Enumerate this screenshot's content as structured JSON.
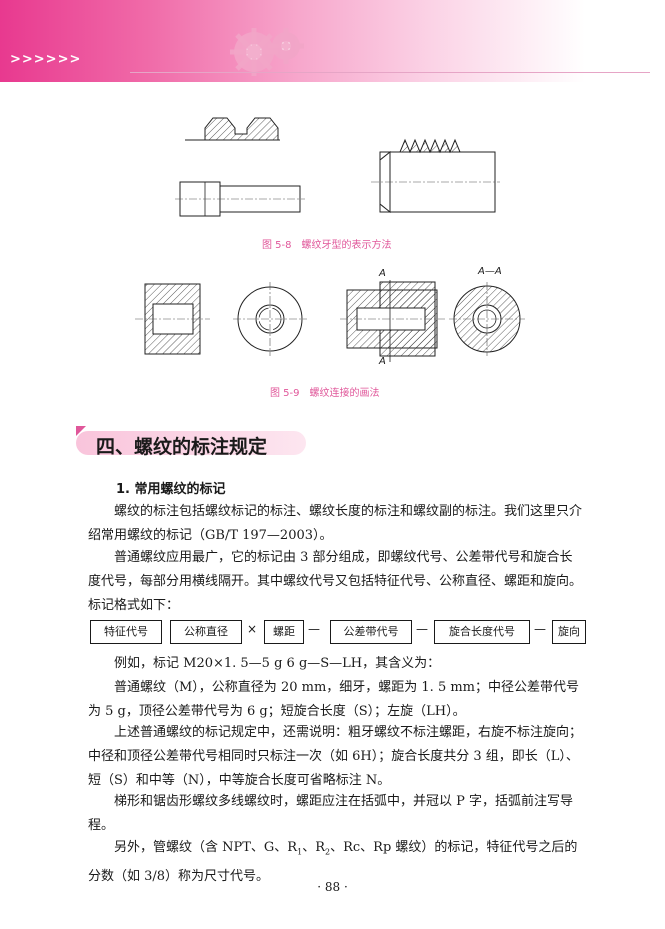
{
  "header": {
    "chevrons": ">>>>>>"
  },
  "figure_5_8": {
    "caption": "图 5-8　螺纹牙型的表示方法"
  },
  "figure_5_9": {
    "caption": "图 5-9　螺纹连接的画法",
    "section_mark_left": "A",
    "section_mark_left_bottom": "A",
    "section_label": "A—A"
  },
  "section": {
    "title": "四、螺纹的标注规定"
  },
  "subsection": {
    "title": "1. 常用螺纹的标记"
  },
  "paragraphs": {
    "p1": "螺纹的标注包括螺纹标记的标注、螺纹长度的标注和螺纹副的标注。我们这里只介绍常用螺纹的标记（GB/T 197—2003）。",
    "p2": "普通螺纹应用最广，它的标记由 3 部分组成，即螺纹代号、公差带代号和旋合长度代号，每部分用横线隔开。其中螺纹代号又包括特征代号、公称直径、螺距和旋向。标记格式如下：",
    "p3": "例如，标记 M20×1. 5—5 g 6 g—S—LH，其含义为：",
    "p4": "普通螺纹（M），公称直径为 20 mm，细牙，螺距为 1. 5 mm；中径公差带代号为 5 g，顶径公差带代号为 6 g；短旋合长度（S）；左旋（LH）。",
    "p5": "上述普通螺纹的标记规定中，还需说明：粗牙螺纹不标注螺距，右旋不标注旋向；中径和顶径公差带代号相同时只标注一次（如 6H）；旋合长度共分 3 组，即长（L）、短（S）和中等（N），中等旋合长度可省略标注 N。",
    "p6": "梯形和锯齿形螺纹多线螺纹时，螺距应注在括弧中，并冠以 P 字，括弧前注写导程。",
    "p7a": "另外，管螺纹（含 NPT、G、R",
    "p7_sub1": "1",
    "p7b": "、R",
    "p7_sub2": "2",
    "p7c": "、Rc、Rp 螺纹）的标记，特征代号之后的分数（如 3/8）称为尺寸代号。"
  },
  "format": {
    "box1": "特征代号",
    "box2": "公称直径",
    "times": "×",
    "box3": "螺距",
    "dash1": "—",
    "box4": "公差带代号",
    "dash2": "—",
    "box5": "旋合长度代号",
    "dash3": "—",
    "box6": "旋向"
  },
  "page_number": "· 88 ·"
}
